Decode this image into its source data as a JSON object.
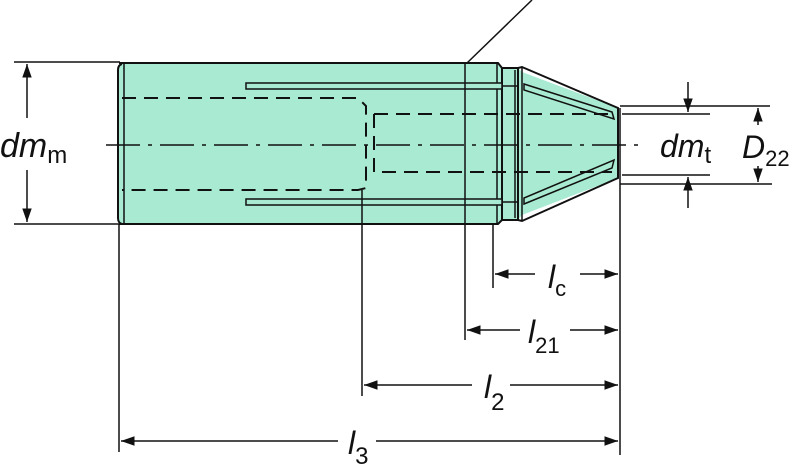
{
  "diagram": {
    "subject": "collet technical drawing",
    "fill_color": "#a8ebd2",
    "line_color": "#111111",
    "labels": {
      "dmm": {
        "main": "dm",
        "sub": "m"
      },
      "dmt": {
        "main": "dm",
        "sub": "t"
      },
      "D22": {
        "main": "D",
        "sub": "22"
      },
      "lc": {
        "main": "l",
        "sub": "c"
      },
      "l21": {
        "main": "l",
        "sub": "21"
      },
      "l2": {
        "main": "l",
        "sub": "2"
      },
      "l3": {
        "main": "l",
        "sub": "3"
      }
    }
  }
}
